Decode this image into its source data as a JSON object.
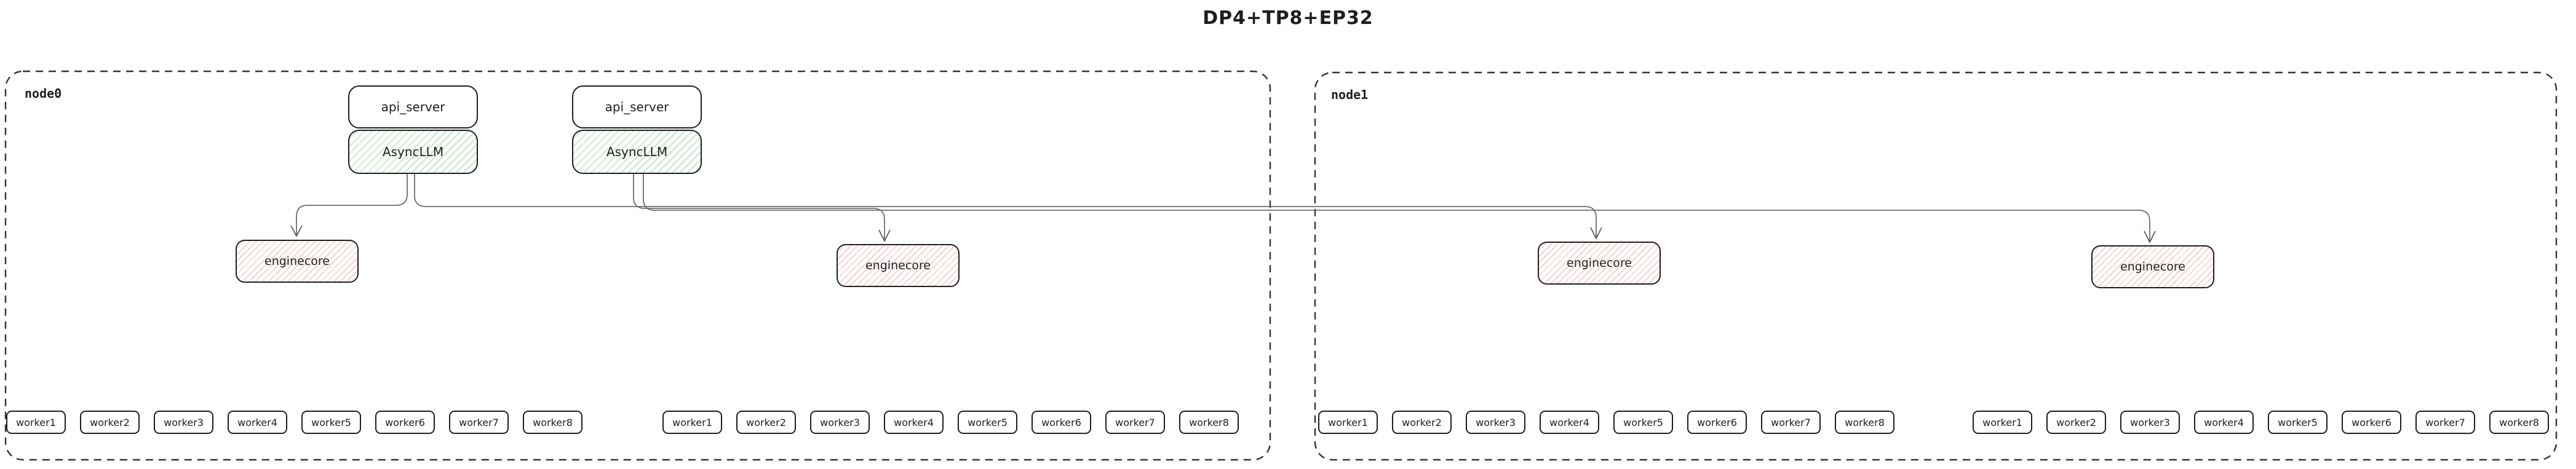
{
  "title": "DP4+TP8+EP32",
  "colors": {
    "box_border": "#1e1e1e",
    "async_llm_hatch_green": "#40c057",
    "enginecore_hatch_red": "#e03131",
    "connector_gray": "#6e6e6e",
    "node_border": "#343434",
    "text": "#1e1e1e",
    "background": "#ffffff"
  },
  "nodes": [
    {
      "label": "node0",
      "pairs": [
        {
          "api_server": "api_server",
          "async_llm": "AsyncLLM"
        },
        {
          "api_server": "api_server",
          "async_llm": "AsyncLLM"
        }
      ],
      "enginecores": [
        "enginecore",
        "enginecore"
      ],
      "worker_groups": [
        [
          "worker1",
          "worker2",
          "worker3",
          "worker4",
          "worker5",
          "worker6",
          "worker7",
          "worker8"
        ],
        [
          "worker1",
          "worker2",
          "worker3",
          "worker4",
          "worker5",
          "worker6",
          "worker7",
          "worker8"
        ]
      ]
    },
    {
      "label": "node1",
      "pairs": [],
      "enginecores": [
        "enginecore",
        "enginecore"
      ],
      "worker_groups": [
        [
          "worker1",
          "worker2",
          "worker3",
          "worker4",
          "worker5",
          "worker6",
          "worker7",
          "worker8"
        ],
        [
          "worker1",
          "worker2",
          "worker3",
          "worker4",
          "worker5",
          "worker6",
          "worker7",
          "worker8"
        ]
      ]
    }
  ]
}
